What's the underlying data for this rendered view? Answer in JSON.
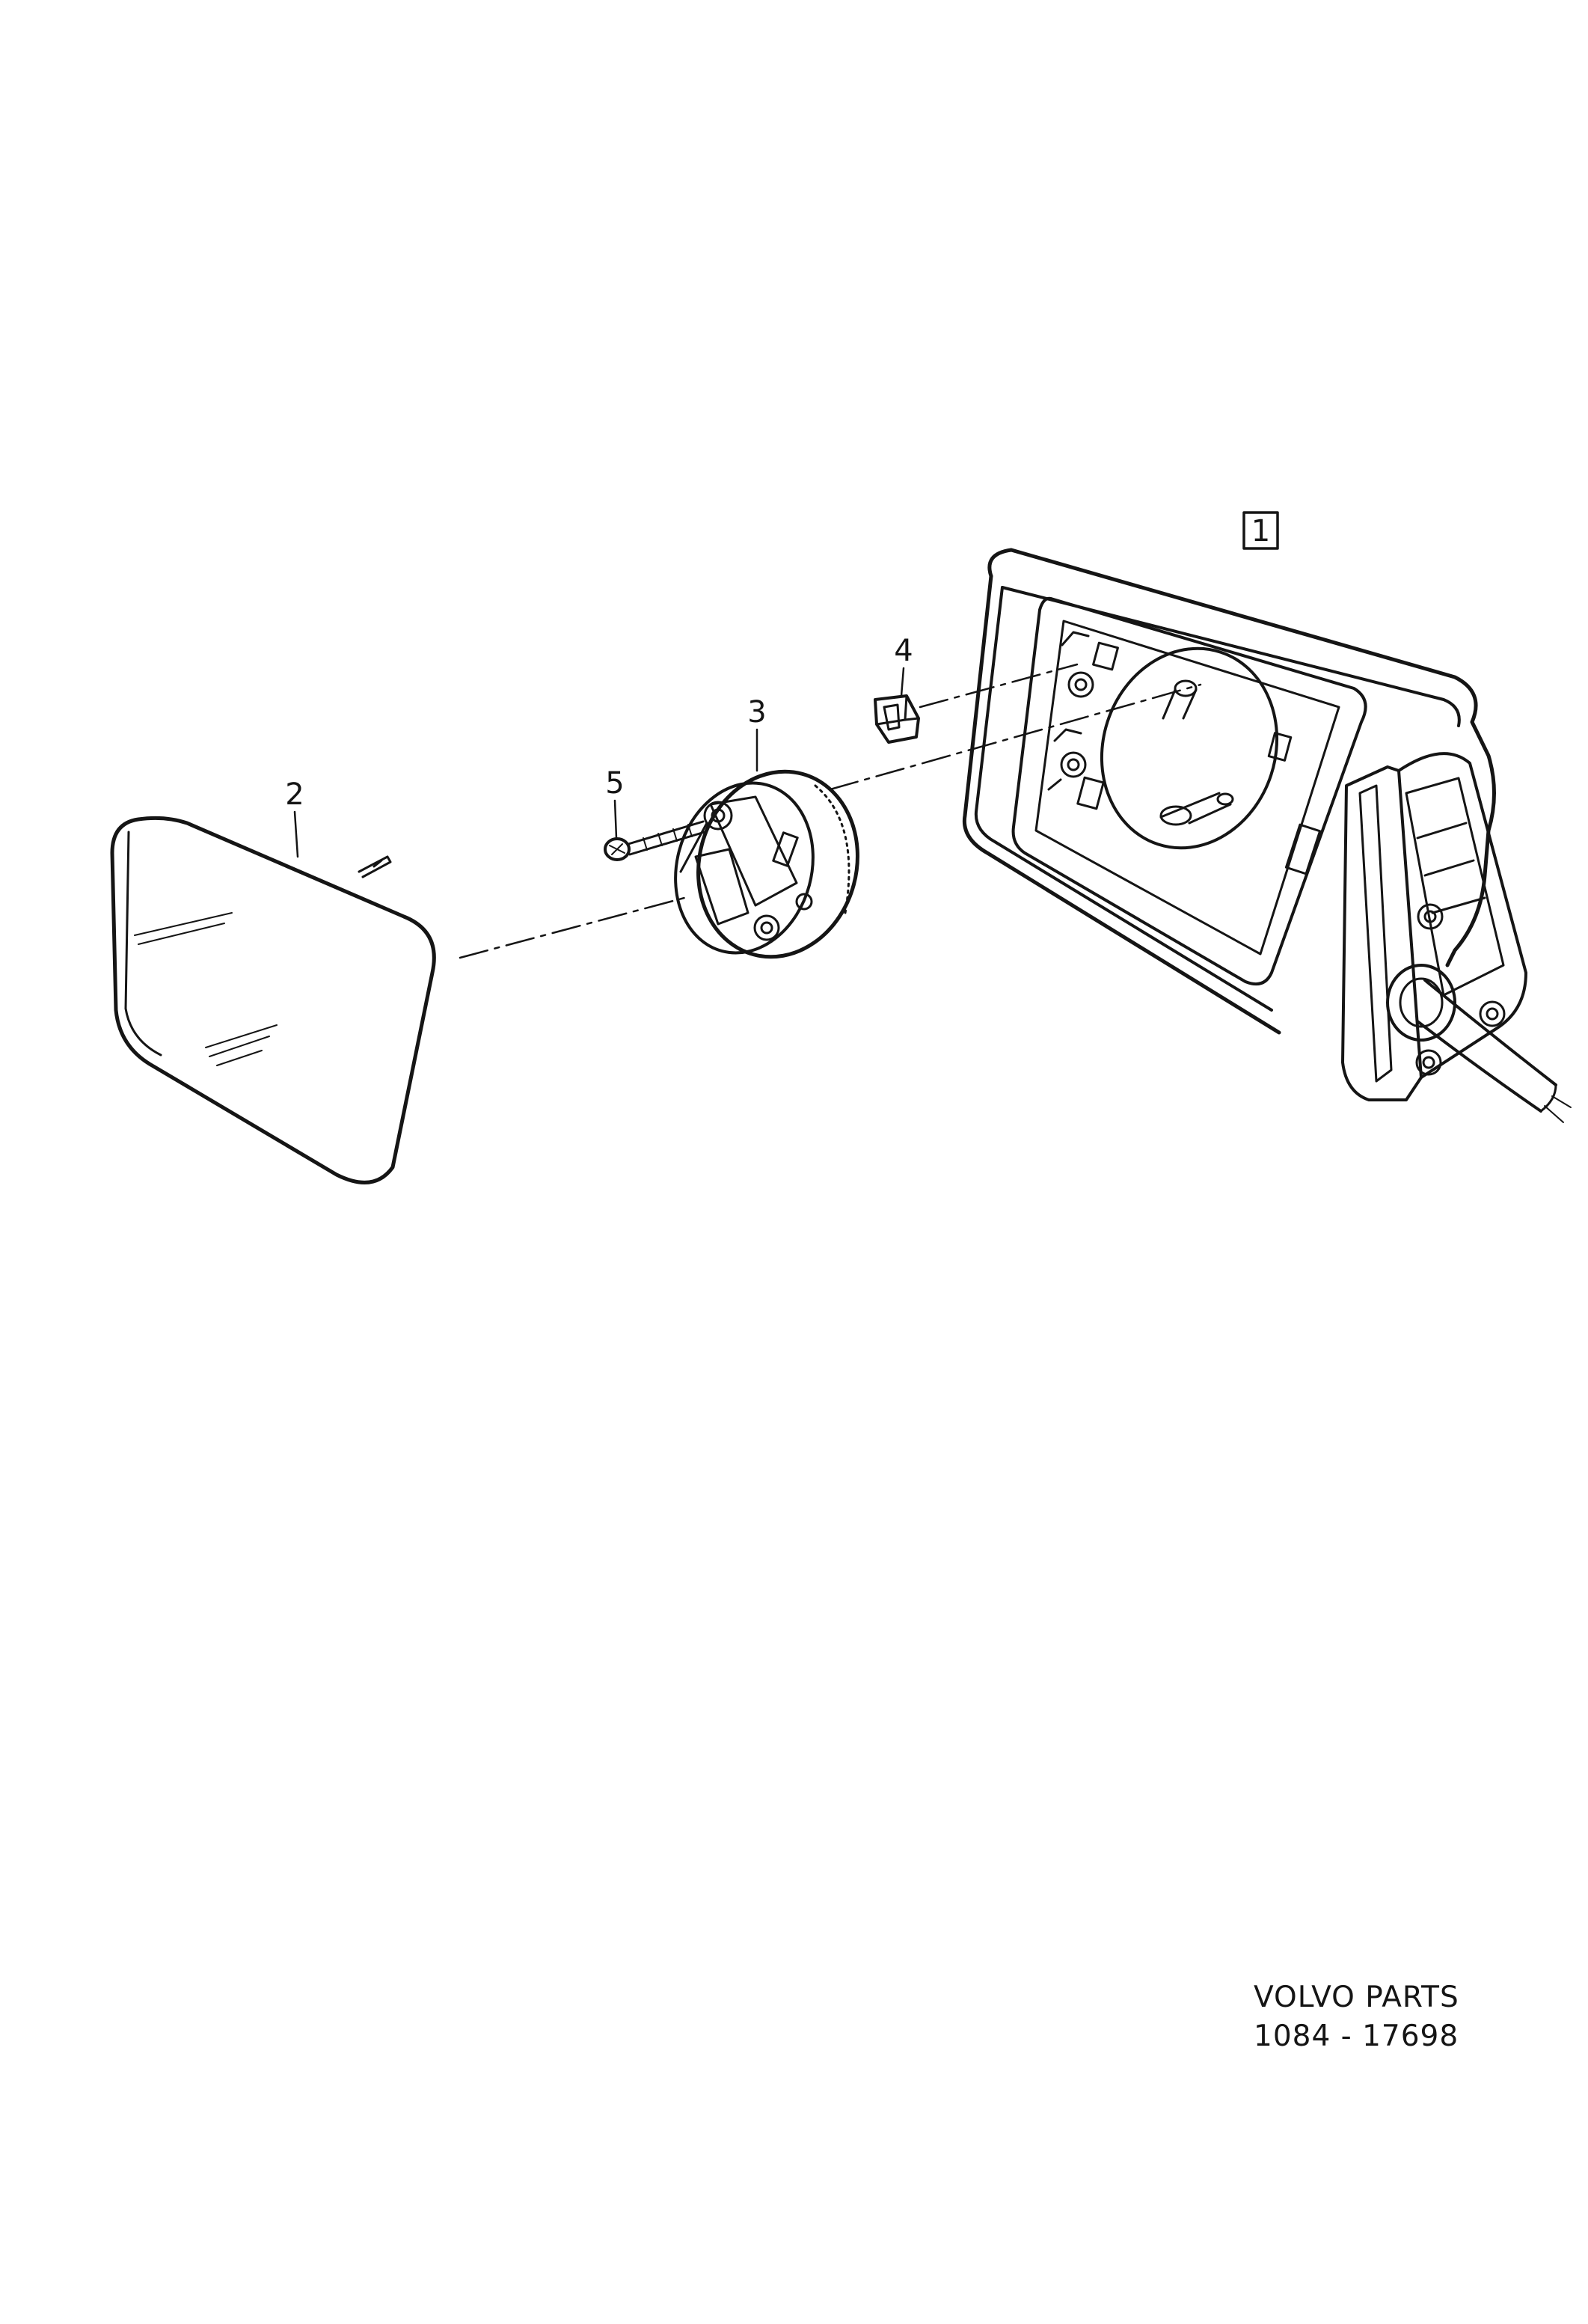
{
  "colors": {
    "ink": "#151515",
    "paper": "#ffffff"
  },
  "parts": [
    {
      "number": "1",
      "boxed": true
    },
    {
      "number": "2",
      "boxed": false
    },
    {
      "number": "3",
      "boxed": false
    },
    {
      "number": "4",
      "boxed": false
    },
    {
      "number": "5",
      "boxed": false
    }
  ],
  "footer": {
    "brand": "VOLVO PARTS",
    "reference": "1084 - 17698"
  }
}
